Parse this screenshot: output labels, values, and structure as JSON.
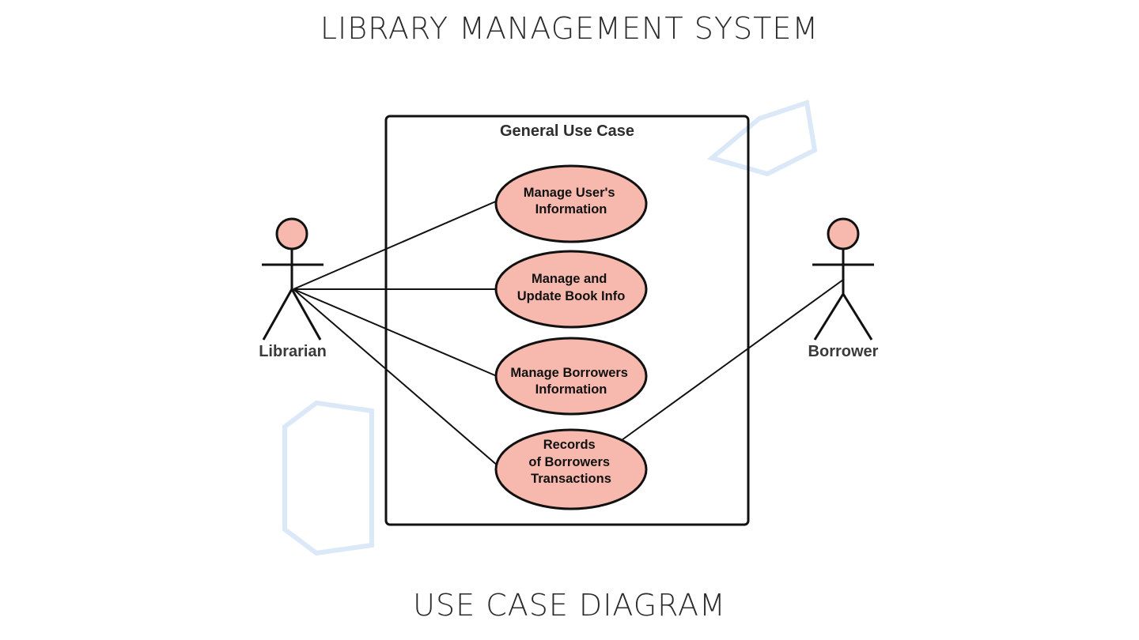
{
  "header": {
    "title": "LIBRARY MANAGEMENT SYSTEM"
  },
  "footer": {
    "caption": "USE CASE DIAGRAM"
  },
  "system": {
    "title": "General Use Case"
  },
  "actors": {
    "librarian": {
      "label": "Librarian"
    },
    "borrower": {
      "label": "Borrower"
    }
  },
  "use_cases": [
    {
      "lines": [
        "Manage User's",
        "Information"
      ]
    },
    {
      "lines": [
        "Manage and",
        "Update Book Info"
      ]
    },
    {
      "lines": [
        "Manage Borrowers",
        "Information"
      ]
    },
    {
      "lines": [
        "Records",
        "of Borrowers",
        "Transactions"
      ]
    }
  ],
  "colors": {
    "use_case_fill": "#f7b9ae",
    "actor_head_fill": "#f7b9ae",
    "line": "#111111"
  }
}
